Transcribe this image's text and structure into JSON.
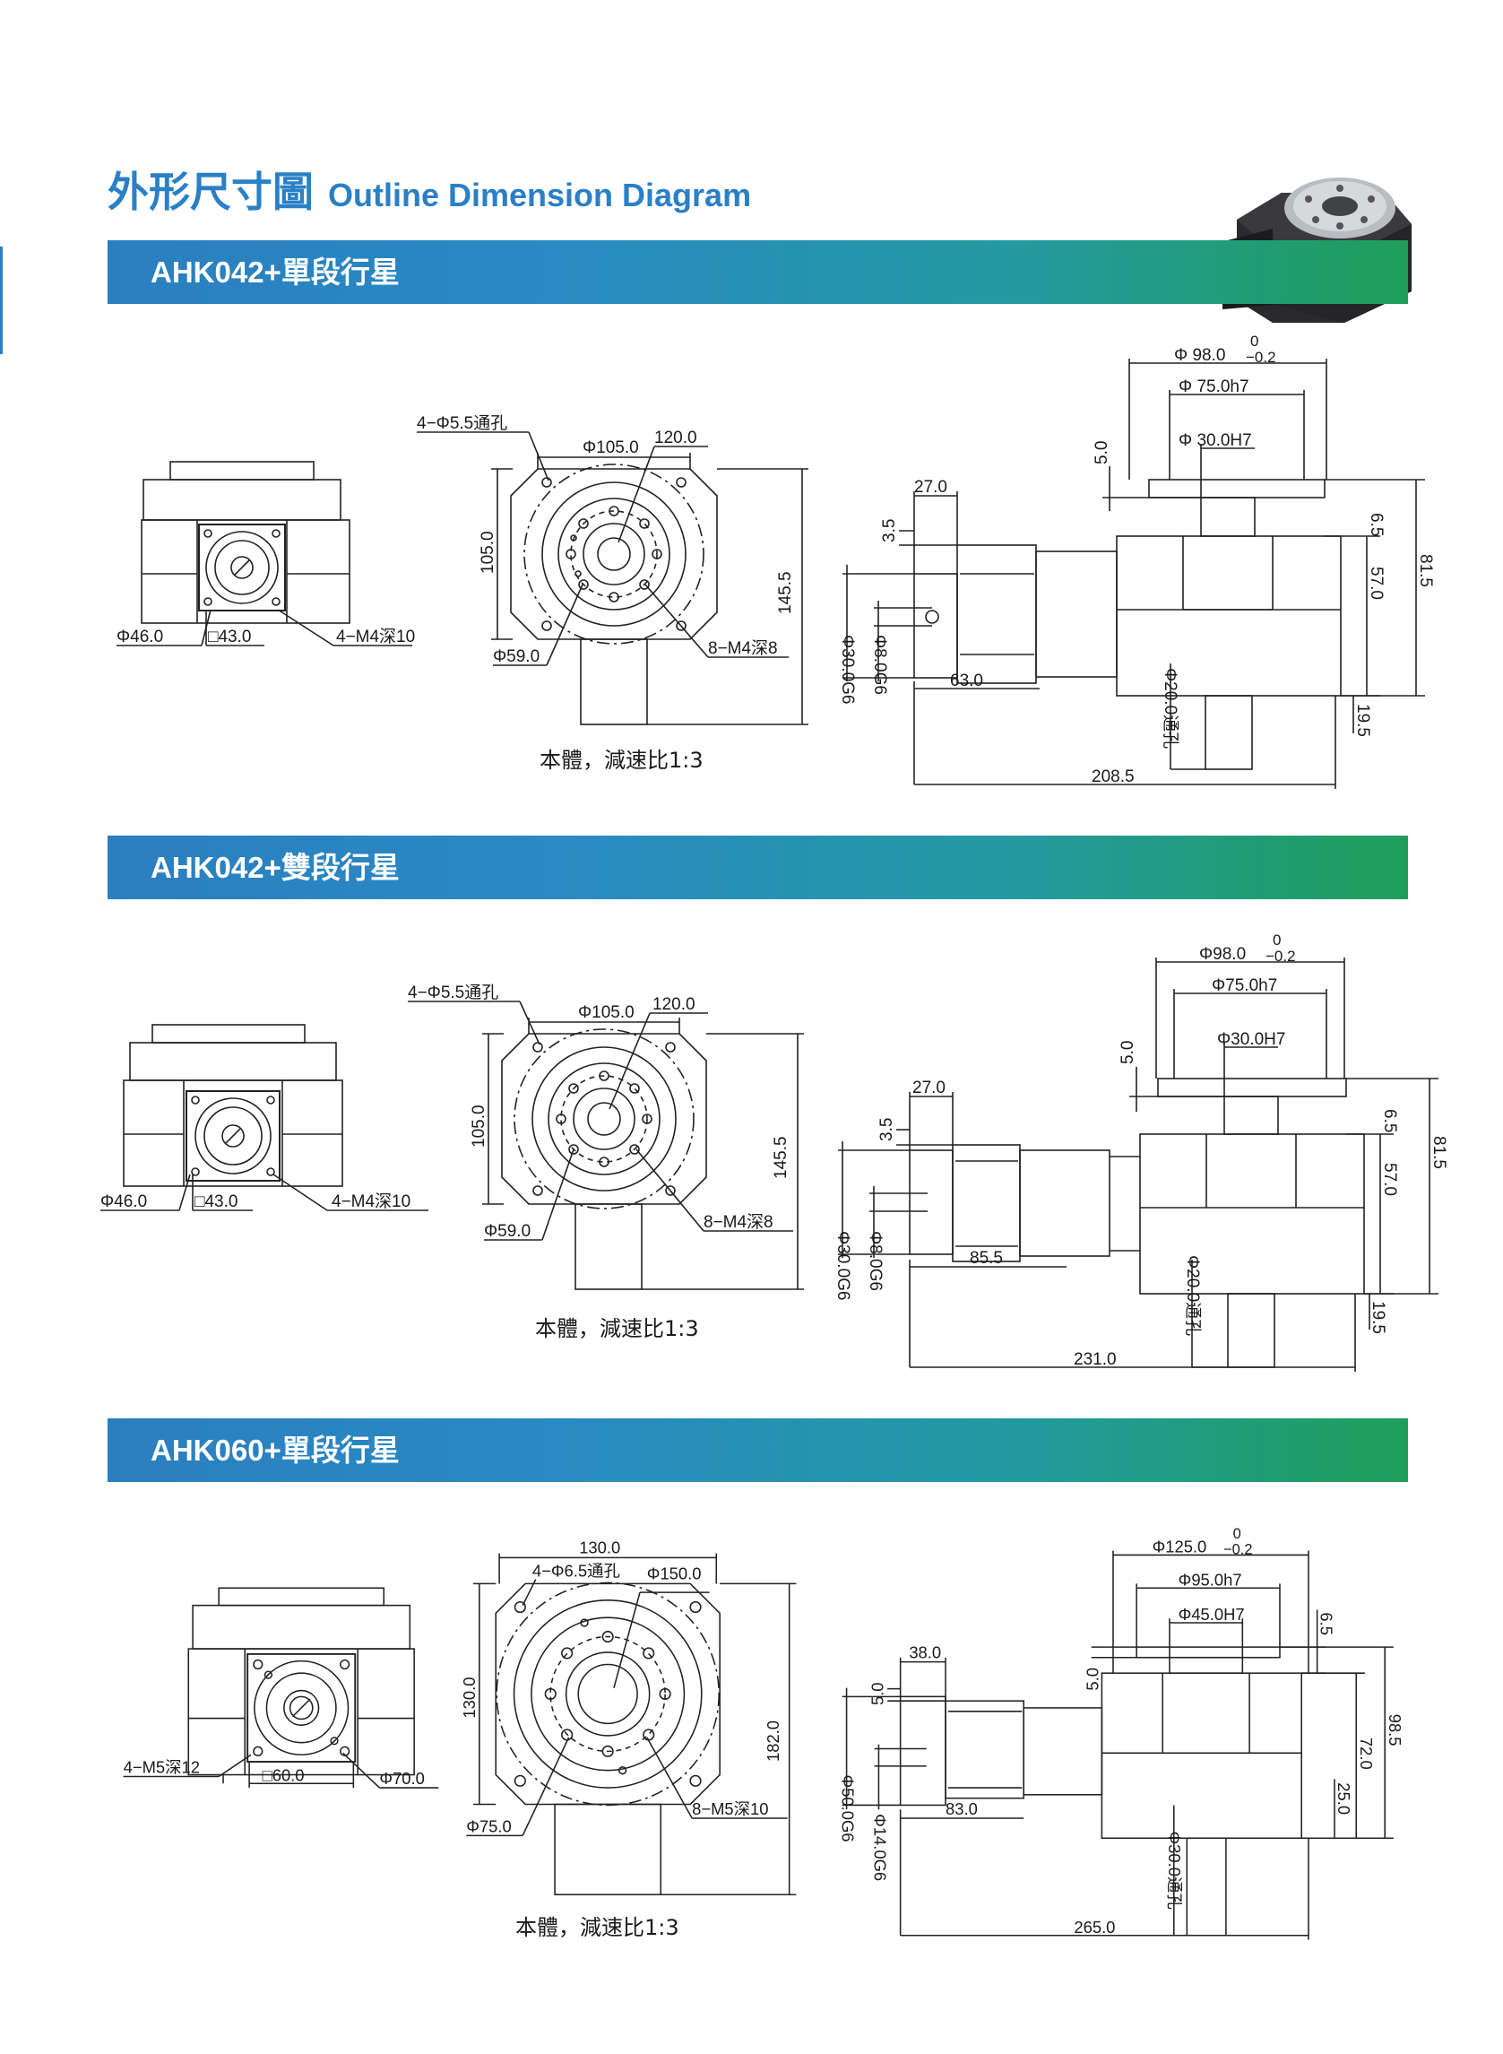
{
  "header": {
    "title_cn": "外形尺寸圖",
    "title_en": "Outline Dimension Diagram"
  },
  "sections": [
    {
      "band_title": "AHK042+單段行星",
      "caption": "本體，減速比1:3",
      "side": {
        "d_outer": "Φ46.0",
        "square": "□43.0",
        "tap": "4−M4深10"
      },
      "front": {
        "thru": "4−Φ5.5通孔",
        "d_top": "Φ105.0",
        "pcd": "120.0",
        "h_left": "105.0",
        "h_right": "145.5",
        "d_bot": "Φ59.0",
        "tap": "8−M4深8"
      },
      "profile": {
        "tol_top": "0",
        "d_main": "Φ 98.0",
        "tol_bot": "−0.2",
        "d_mid": "Φ 75.0h7",
        "d_bore": "Φ 30.0H7",
        "v_step": "5.0",
        "flange_len": "27.0",
        "v_small": "3.5",
        "len_a": "63.0",
        "len_total": "208.5",
        "d_shaft": "Φ30.0G6",
        "d_inner": "Φ8.0G6",
        "d_thru": "Φ20.0通孔",
        "h_top": "6.5",
        "h_mid": "57.0",
        "h_total": "81.5",
        "h_low": "19.5"
      }
    },
    {
      "band_title": "AHK042+雙段行星",
      "caption": "本體，減速比1:3",
      "side": {
        "d_outer": "Φ46.0",
        "square": "□43.0",
        "tap": "4−M4深10"
      },
      "front": {
        "thru": "4−Φ5.5通孔",
        "d_top": "Φ105.0",
        "pcd": "120.0",
        "h_left": "105.0",
        "h_right": "145.5",
        "d_bot": "Φ59.0",
        "tap": "8−M4深8"
      },
      "profile": {
        "tol_top": "0",
        "d_main": "Φ98.0",
        "tol_bot": "−0.2",
        "d_mid": "Φ75.0h7",
        "d_bore": "Φ30.0H7",
        "v_step": "5.0",
        "flange_len": "27.0",
        "v_small": "3.5",
        "len_a": "85.5",
        "len_total": "231.0",
        "d_shaft": "Φ30.0G6",
        "d_inner": "Φ8.0G6",
        "d_thru": "Φ20.0通孔",
        "h_top": "6.5",
        "h_mid": "57.0",
        "h_total": "81.5",
        "h_low": "19.5"
      }
    },
    {
      "band_title": "AHK060+單段行星",
      "caption": "本體，減速比1:3",
      "side": {
        "tap": "4−M5深12",
        "square": "□60.0",
        "d_outer": "Φ70.0"
      },
      "front": {
        "width": "130.0",
        "thru": "4−Φ6.5通孔",
        "pcd": "Φ150.0",
        "h_left": "130.0",
        "h_right": "182.0",
        "d_bot": "Φ75.0",
        "tap": "8−M5深10"
      },
      "profile": {
        "tol_top": "0",
        "d_main": "Φ125.0",
        "tol_bot": "−0.2",
        "d_mid": "Φ95.0h7",
        "d_bore": "Φ45.0H7",
        "h_top": "6.5",
        "flange_len": "38.0",
        "v_small": "5.0",
        "v_step": "5.0",
        "h_total": "98.5",
        "h_mid": "72.0",
        "h_low": "25.0",
        "d_shaft": "Φ50.0G6",
        "d_inner": "Φ14.0G6",
        "len_a": "83.0",
        "d_thru": "Φ30.0通孔",
        "len_total": "265.0"
      }
    }
  ]
}
